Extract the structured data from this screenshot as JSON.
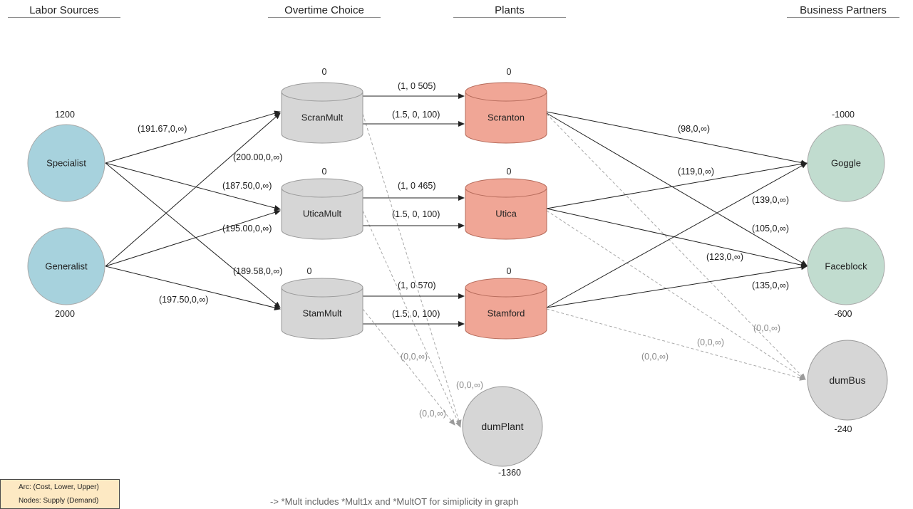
{
  "headers": {
    "labor": "Labor Sources",
    "overtime": "Overtime Choice",
    "plants": "Plants",
    "partners": "Business Partners"
  },
  "nodes": {
    "specialist": {
      "label": "Specialist",
      "value": "1200"
    },
    "generalist": {
      "label": "Generalist",
      "value": "2000"
    },
    "scranmult": {
      "label": "ScranMult",
      "value": "0"
    },
    "uticamult": {
      "label": "UticaMult",
      "value": "0"
    },
    "stammult": {
      "label": "StamMult",
      "value": "0"
    },
    "scranton": {
      "label": "Scranton",
      "value": "0"
    },
    "utica": {
      "label": "Utica",
      "value": "0"
    },
    "stamford": {
      "label": "Stamford",
      "value": "0"
    },
    "goggle": {
      "label": "Goggle",
      "value": "-1000"
    },
    "faceblock": {
      "label": "Faceblock",
      "value": "-600"
    },
    "dumbus": {
      "label": "dumBus",
      "value": "-240"
    },
    "dumplant": {
      "label": "dumPlant",
      "value": "-1360"
    }
  },
  "arc_labels": {
    "spec_scran": "(191.67,0,∞)",
    "gen_scran": "(200.00,0,∞)",
    "spec_utica": "(187.50,0,∞)",
    "gen_utica": "(195.00,0,∞)",
    "spec_stam": "(189.58,0,∞)",
    "gen_stam": "(197.50,0,∞)",
    "scran_1x": "(1, 0 505)",
    "scran_ot": "(1.5, 0, 100)",
    "utica_1x": "(1, 0 465)",
    "utica_ot": "(1.5, 0, 100)",
    "stam_1x": "(1, 0 570)",
    "stam_ot": "(1.5, 0, 100)",
    "scranton_goggle": "(98,0,∞)",
    "utica_goggle": "(119,0,∞)",
    "stamford_goggle": "(139,0,∞)",
    "scranton_faceblock": "(105,0,∞)",
    "utica_faceblock": "(123,0,∞)",
    "stamford_faceblock": "(135,0,∞)",
    "scranton_dumbus": "(0,0,∞)",
    "utica_dumbus": "(0,0,∞)",
    "stamford_dumbus": "(0,0,∞)",
    "scran_dumplant": "(0,0,∞)",
    "utica_dumplant": "(0,0,∞)",
    "stam_dumplant": "(0,0,∞)"
  },
  "legend": {
    "arc": "Arc: (Cost, Lower, Upper)",
    "nodes": "Nodes: Supply (Demand)"
  },
  "note": "-> *Mult includes *Mult1x and *MultOT for simiplicity in graph",
  "colors": {
    "labor": "#a7d2dd",
    "mult": "#d6d6d6",
    "plant": "#f0a696",
    "partner": "#c1dccf",
    "dummy": "#d6d6d6",
    "legend_bg": "#fde9c3"
  }
}
